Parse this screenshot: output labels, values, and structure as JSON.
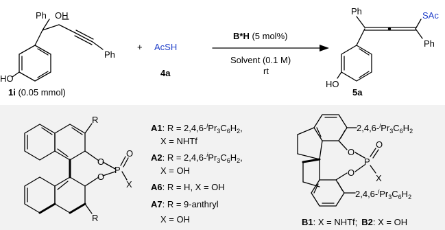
{
  "reaction": {
    "reactant_labels": {
      "phenyl_a": "Ph",
      "hydroxyl": "OH",
      "phenyl_b": "Ph",
      "phenol_ho": "HO"
    },
    "reactant_id_bold": "1i",
    "reactant_id_rest": " (0.05 mmol)",
    "plus": "+",
    "reagent_name": "AcSH",
    "reagent_id": "4a",
    "catalyst_bold": "B*H",
    "catalyst_rest": " (5 mol%)",
    "solvent": "Solvent (0.1 M)",
    "temperature": "rt",
    "product_labels": {
      "phenyl_a": "Ph",
      "thioacetate": "SAc",
      "phenyl_b": "Ph",
      "phenol_ho": "HO"
    },
    "product_id": "5a"
  },
  "catalysts_a": {
    "atoms": {
      "r_top": "R",
      "r_bottom": "R",
      "o_top": "O",
      "o_bottom": "O",
      "phosphorus": "P",
      "o_double": "O",
      "x": "X"
    },
    "entries": [
      {
        "id": "A1",
        "line1": ": R = 2,4,6-",
        "sup": "i",
        "line1_end": "Pr",
        "sub1": "3",
        "c": "C",
        "sub2": "6",
        "h": "H",
        "sub3": "2",
        "comma": ",",
        "line2": "X = NHTf"
      },
      {
        "id": "A2",
        "line1": ": R = 2,4,6-",
        "sup": "i",
        "line1_end": "Pr",
        "sub1": "3",
        "c": "C",
        "sub2": "6",
        "h": "H",
        "sub3": "2",
        "comma": ",",
        "line2": "X = OH"
      },
      {
        "id": "A6",
        "line1": ": R = H, X = OH"
      },
      {
        "id": "A7",
        "line1": ": R = 9-anthryl",
        "line2": "X = OH"
      }
    ]
  },
  "catalysts_b": {
    "aryl_top": {
      "prefix": "2,4,6-",
      "sup": "i",
      "pr": "Pr",
      "sub1": "3",
      "c": "C",
      "sub2": "6",
      "h": "H",
      "sub3": "2"
    },
    "aryl_bottom": {
      "prefix": "2,4,6-",
      "sup": "i",
      "pr": "Pr",
      "sub1": "3",
      "c": "C",
      "sub2": "6",
      "h": "H",
      "sub3": "2"
    },
    "atoms": {
      "o_top": "O",
      "o_bottom": "O",
      "phosphorus": "P",
      "o_double": "O",
      "x": "X"
    },
    "b1_id": "B1",
    "b1_text": ": X = NHTf;",
    "b2_id": "B2",
    "b2_text": ": X = OH"
  }
}
